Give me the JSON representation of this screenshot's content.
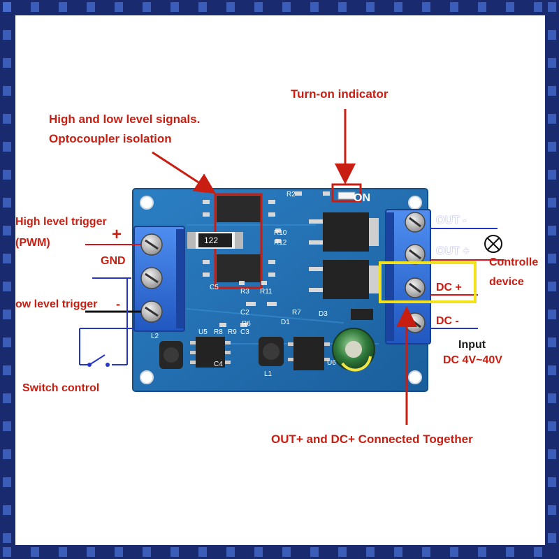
{
  "colors": {
    "frame": "#1a2a6e",
    "frame_accent": "#4a74d6",
    "board": "#1f6fb5",
    "terminal": "#2e6fd6",
    "annotation_red": "#c81e12",
    "highlight_yellow": "#f2e21c",
    "wire_blue": "#2236c8",
    "wire_red": "#d4141a",
    "wire_black": "#111111"
  },
  "annotations": {
    "signals_line1": "High and low level signals.",
    "signals_line2": "Optocoupler isolation",
    "turn_on": "Turn-on indicator",
    "high_trigger": "High level trigger",
    "pwm": "(PWM)",
    "gnd": "GND",
    "plus": "+",
    "low_trigger": "ow level trigger",
    "minus": "-",
    "switch_control": "Switch control",
    "out_minus": "OUT  -",
    "out_plus": "OUT  +",
    "controlled_line1": "Controlle",
    "controlled_line2": "device",
    "dc_plus": "DC  +",
    "dc_minus": "DC  -",
    "input": "Input",
    "input_range": "DC  4V~40V",
    "connected": "OUT+ and DC+ Connected Together"
  },
  "board_marks": {
    "on": "ON",
    "r2": "R2",
    "r10": "R10",
    "r12": "R12",
    "r3": "R3",
    "r11": "R11",
    "c5": "C5",
    "c2": "C2",
    "r6": "R6",
    "r7": "R7",
    "c3": "C3",
    "d1": "D1",
    "d3": "D3",
    "u5": "U5",
    "r8": "R8",
    "r9": "R9",
    "l2": "L2",
    "c4": "C4",
    "u6": "U6",
    "l1": "L1",
    "resistor_122": "122"
  },
  "icons": [
    "lamp-icon",
    "switch-icon",
    "screw-icon",
    "capacitor-icon",
    "inductor-icon",
    "mosfet-icon",
    "optocoupler-icon",
    "arrow-icon"
  ]
}
